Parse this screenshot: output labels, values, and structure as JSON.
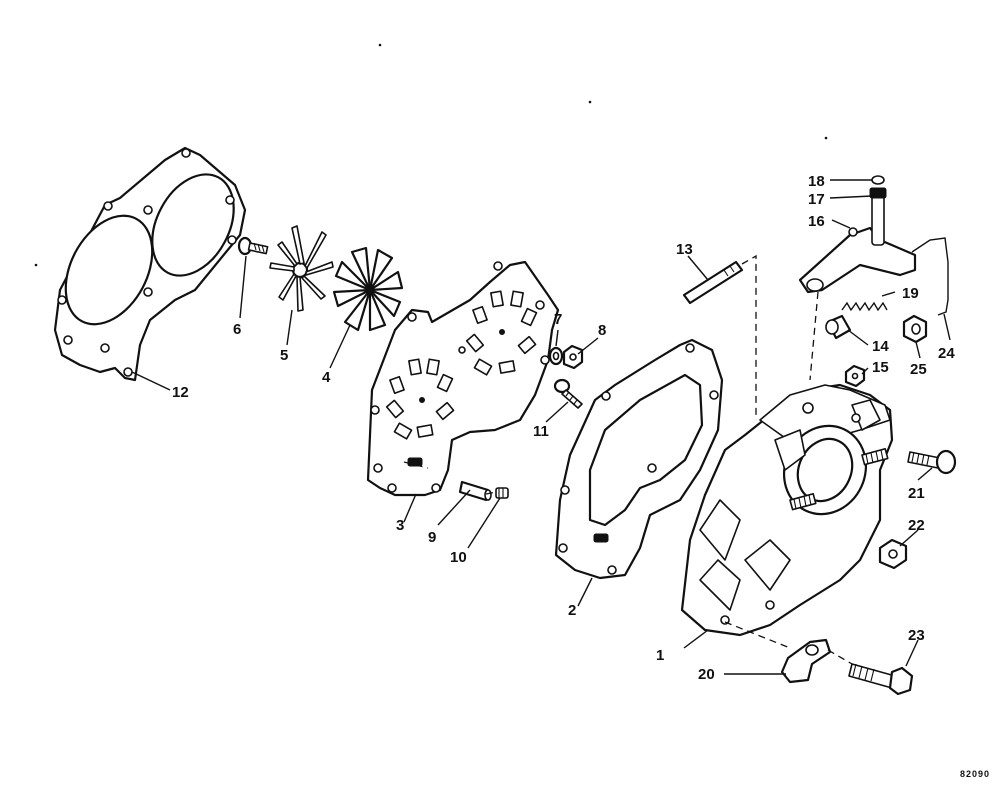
{
  "diagram": {
    "callouts": {
      "c1": "1",
      "c2": "2",
      "c3": "3",
      "c4": "4",
      "c5": "5",
      "c6": "6",
      "c7": "7",
      "c8": "8",
      "c9": "9",
      "c10": "10",
      "c11": "11",
      "c12": "12",
      "c13": "13",
      "c14": "14",
      "c15": "15",
      "c16": "16",
      "c17": "17",
      "c18": "18",
      "c19": "19",
      "c20": "20",
      "c21": "21",
      "c22": "22",
      "c23": "23",
      "c24": "24",
      "c25": "25"
    },
    "figure_code": "82090",
    "line_color": "#111111",
    "background_color": "#ffffff"
  }
}
